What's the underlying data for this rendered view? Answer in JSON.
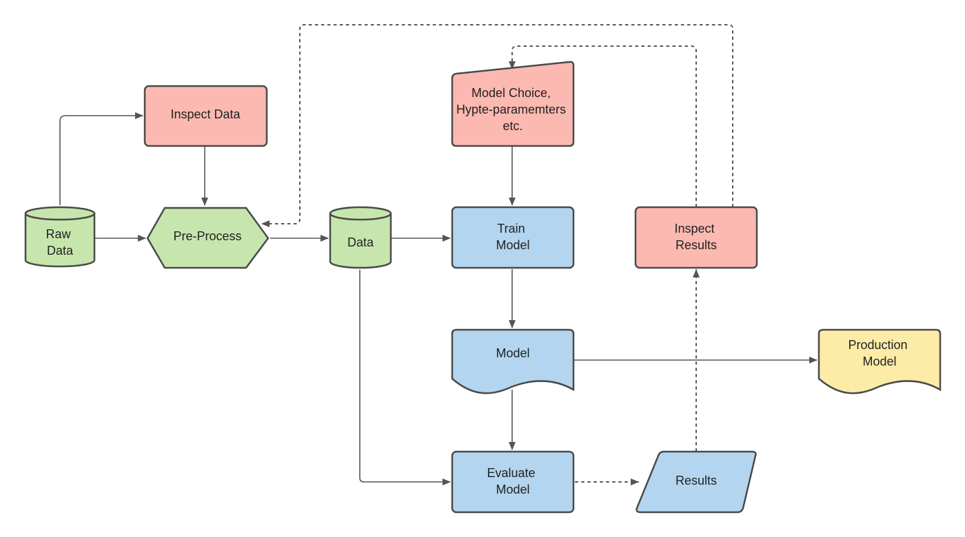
{
  "colors": {
    "green": "#c7e6ad",
    "red": "#fbb9b1",
    "blue": "#b3d5ef",
    "yellow": "#fdeba8",
    "stroke": "#4a4a4a",
    "edge": "#555555"
  },
  "nodes": {
    "inspect_data": [
      "Inspect Data"
    ],
    "raw_data": [
      "Raw",
      "Data"
    ],
    "pre_process": [
      "Pre-Process"
    ],
    "data": [
      "Data"
    ],
    "model_choice": [
      "Model Choice,",
      "Hypte-paramemters",
      "etc."
    ],
    "train_model": [
      "Train",
      "Model"
    ],
    "inspect_results": [
      "Inspect",
      "Results"
    ],
    "model": [
      "Model"
    ],
    "production_model": [
      "Production",
      "Model"
    ],
    "evaluate_model": [
      "Evaluate",
      "Model"
    ],
    "results": [
      "Results"
    ]
  },
  "edges": [
    {
      "from": "raw_data",
      "to": "inspect_data",
      "style": "solid"
    },
    {
      "from": "inspect_data",
      "to": "pre_process",
      "style": "solid"
    },
    {
      "from": "raw_data",
      "to": "pre_process",
      "style": "solid"
    },
    {
      "from": "pre_process",
      "to": "data",
      "style": "solid"
    },
    {
      "from": "data",
      "to": "train_model",
      "style": "solid"
    },
    {
      "from": "model_choice",
      "to": "train_model",
      "style": "solid"
    },
    {
      "from": "train_model",
      "to": "model",
      "style": "solid"
    },
    {
      "from": "model",
      "to": "production_model",
      "style": "solid"
    },
    {
      "from": "model",
      "to": "evaluate_model",
      "style": "solid"
    },
    {
      "from": "data",
      "to": "evaluate_model",
      "style": "solid"
    },
    {
      "from": "evaluate_model",
      "to": "results",
      "style": "dotted"
    },
    {
      "from": "results",
      "to": "inspect_results",
      "style": "dotted"
    },
    {
      "from": "inspect_results",
      "to": "model_choice",
      "style": "dotted"
    },
    {
      "from": "inspect_results",
      "to": "pre_process",
      "style": "dotted"
    }
  ]
}
